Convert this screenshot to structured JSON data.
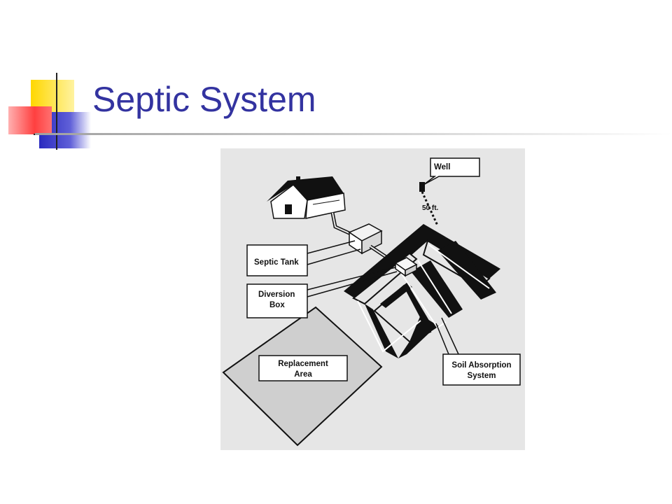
{
  "slide": {
    "title": "Septic System"
  },
  "figure": {
    "labels": {
      "well": "Well",
      "distance": "50 ft.",
      "septic_tank": "Septic Tank",
      "diversion_box_line1": "Diversion",
      "diversion_box_line2": "Box",
      "replacement_line1": "Replacement",
      "replacement_line2": "Area",
      "soil_line1": "Soil Absorption",
      "soil_line2": "System"
    }
  },
  "colors": {
    "title": "#3333A0",
    "accent_yellow": "#FFD700",
    "accent_red": "#FF4040",
    "accent_blue": "#2A2ABF",
    "figure_background": "#e6e6e6"
  }
}
